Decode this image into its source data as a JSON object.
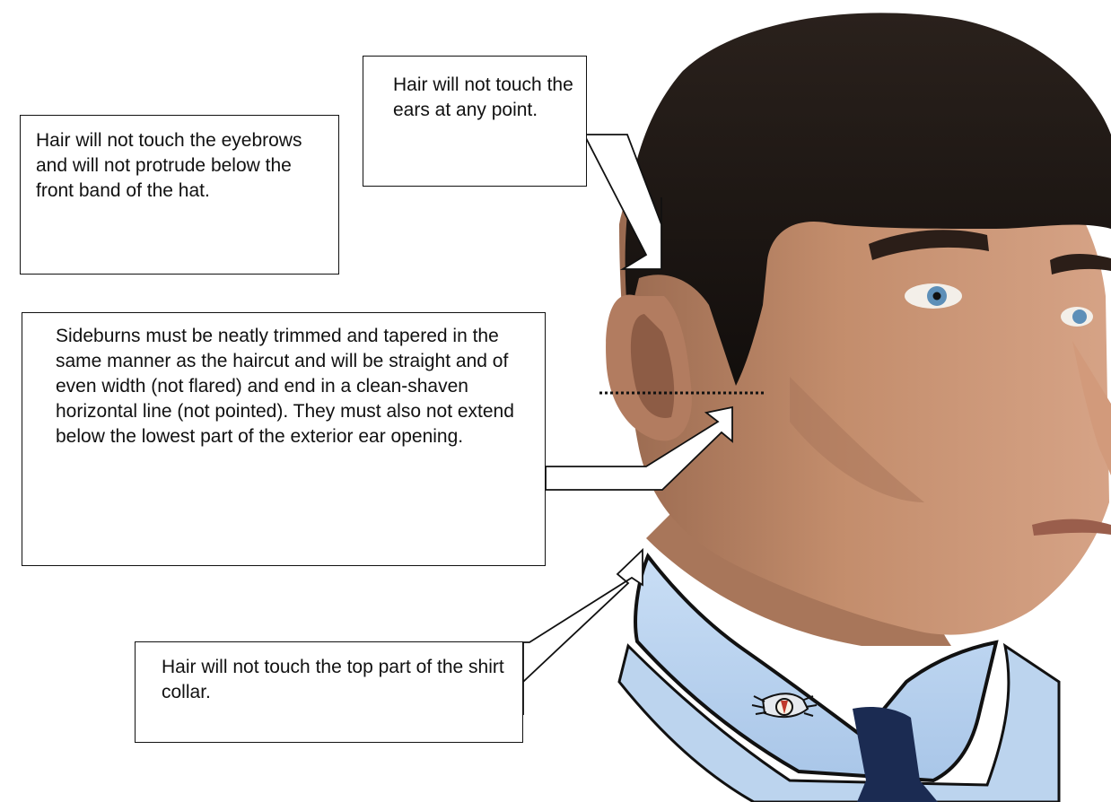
{
  "callouts": {
    "eyebrows_hat": "Hair will not touch the eyebrows and will not protrude below the front band of the hat.",
    "ears": "Hair will not touch the ears at any point.",
    "sideburns": "Sideburns must be neatly trimmed and tapered in the same manner as the haircut and will be straight and of even width (not flared) and end in a clean-shaven horizontal line (not pointed). They must also not extend below the lowest part of the exterior ear opening.",
    "collar": "Hair will not touch the top part of the shirt collar."
  },
  "illustration": {
    "subject": "male airman head in profile with short haircut, light blue uniform shirt, dark blue tie and collar insignia",
    "colors": {
      "hair": "#1a1512",
      "skin": "#c08a6a",
      "skin_shadow": "#9a6a50",
      "shirt": "#b9d3ef",
      "tie": "#1b2b52",
      "outline": "#111111"
    },
    "guide_line": "dotted horizontal line marking the lowest part of the exterior ear opening"
  }
}
